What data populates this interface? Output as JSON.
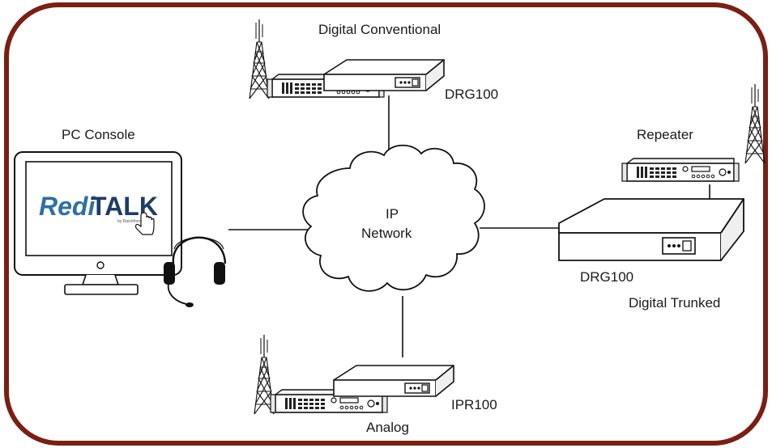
{
  "colors": {
    "frame": "#7a1f14",
    "logo_blue": "#2f6fa3",
    "logo_navy": "#1c3d66",
    "line": "#111111"
  },
  "labels": {
    "digital_conventional": "Digital Conventional",
    "drg100_top": "DRG100",
    "pc_console": "PC Console",
    "repeater": "Repeater",
    "ip": "IP",
    "network": "Network",
    "drg100_right": "DRG100",
    "digital_trunked": "Digital Trunked",
    "ipr100": "IPR100",
    "analog": "Analog"
  },
  "logo": {
    "text_1": "Redi",
    "text_2": "TALK",
    "byline": "by Ravoltronics"
  },
  "icons": [
    "radio-tower-icon",
    "repeater-unit-icon",
    "gateway-box-icon",
    "monitor-icon",
    "headset-icon",
    "cloud-icon",
    "hand-cursor-icon"
  ]
}
